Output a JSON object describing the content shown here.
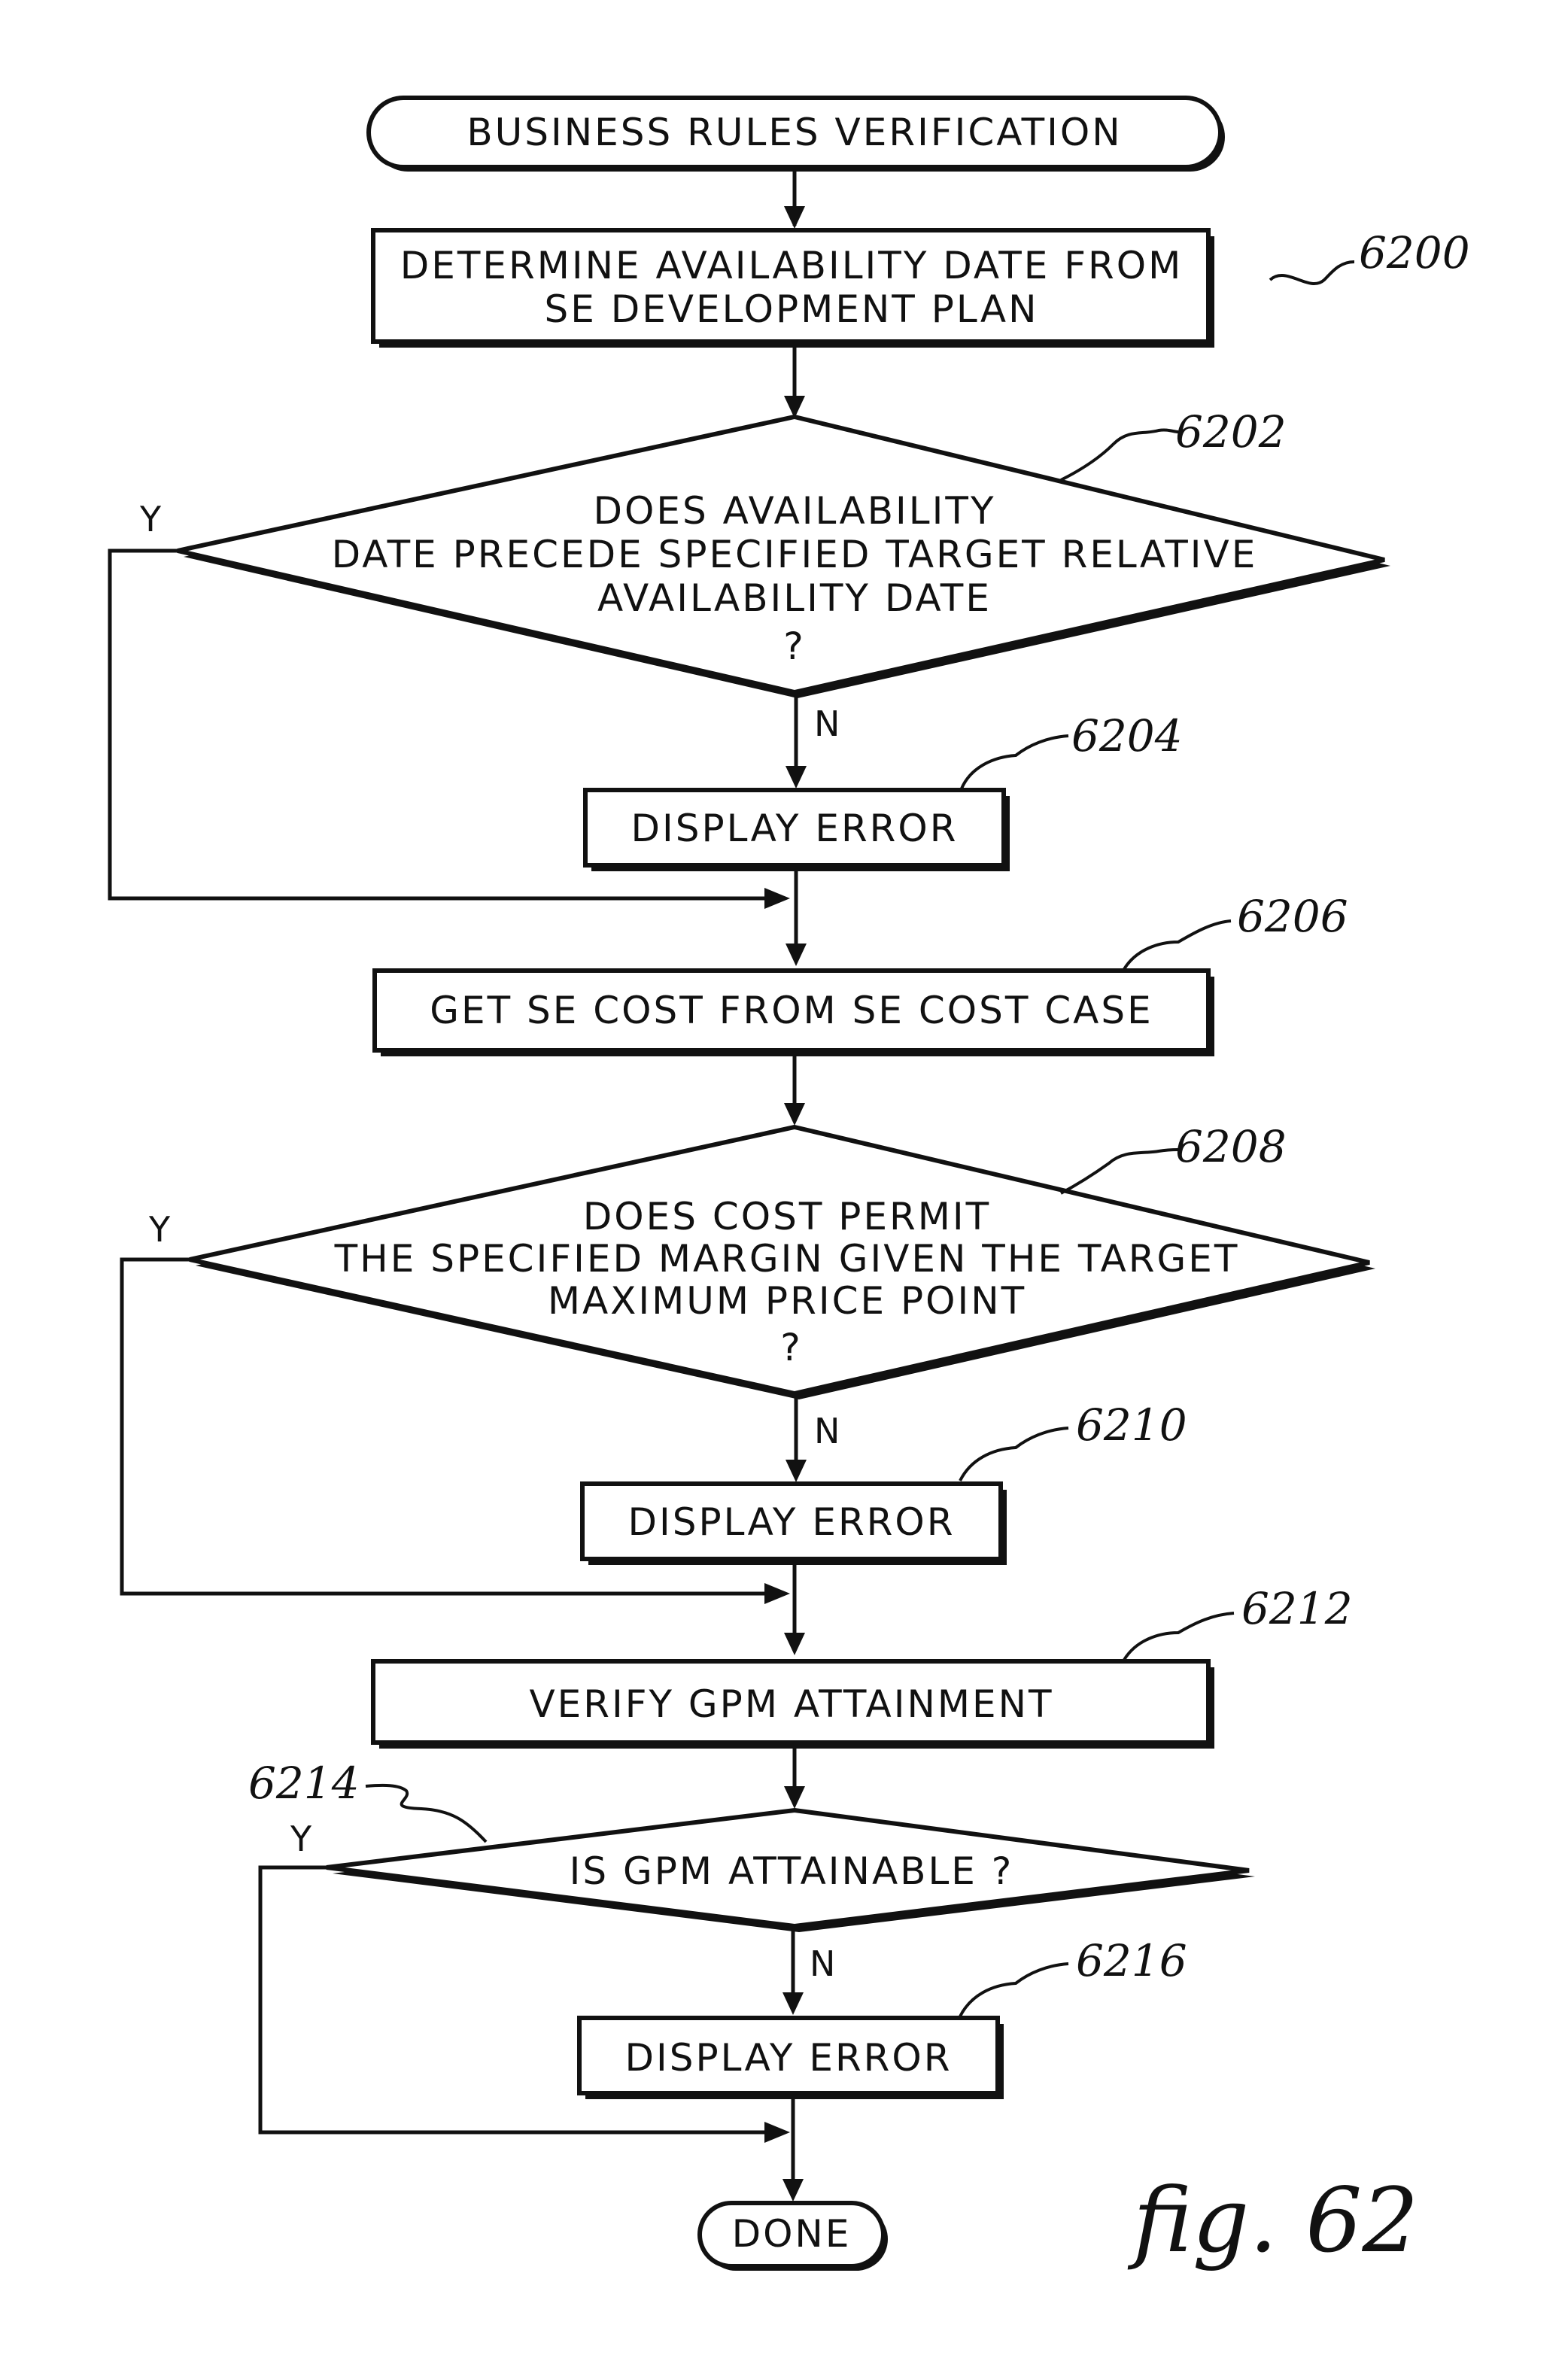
{
  "diagram": {
    "start": "BUSINESS RULES VERIFICATION",
    "step_6200": [
      "DETERMINE AVAILABILITY DATE FROM",
      "SE DEVELOPMENT PLAN"
    ],
    "ref_6200": "6200",
    "decision_6202": [
      "DOES AVAILABILITY",
      "DATE PRECEDE SPECIFIED TARGET RELATIVE",
      "AVAILABILITY DATE",
      "?"
    ],
    "ref_6202": "6202",
    "step_6204": "DISPLAY ERROR",
    "ref_6204": "6204",
    "step_6206": "GET SE COST FROM SE COST CASE",
    "ref_6206": "6206",
    "decision_6208": [
      "DOES COST PERMIT",
      "THE SPECIFIED MARGIN GIVEN THE TARGET",
      "MAXIMUM PRICE POINT",
      "?"
    ],
    "ref_6208": "6208",
    "step_6210": "DISPLAY ERROR",
    "ref_6210": "6210",
    "step_6212": "VERIFY GPM ATTAINMENT",
    "ref_6212": "6212",
    "decision_6214": "IS GPM ATTAINABLE ?",
    "ref_6214": "6214",
    "step_6216": "DISPLAY ERROR",
    "ref_6216": "6216",
    "end": "DONE",
    "yes_label": "Y",
    "no_label": "N",
    "figure_label": "fig. 62"
  }
}
